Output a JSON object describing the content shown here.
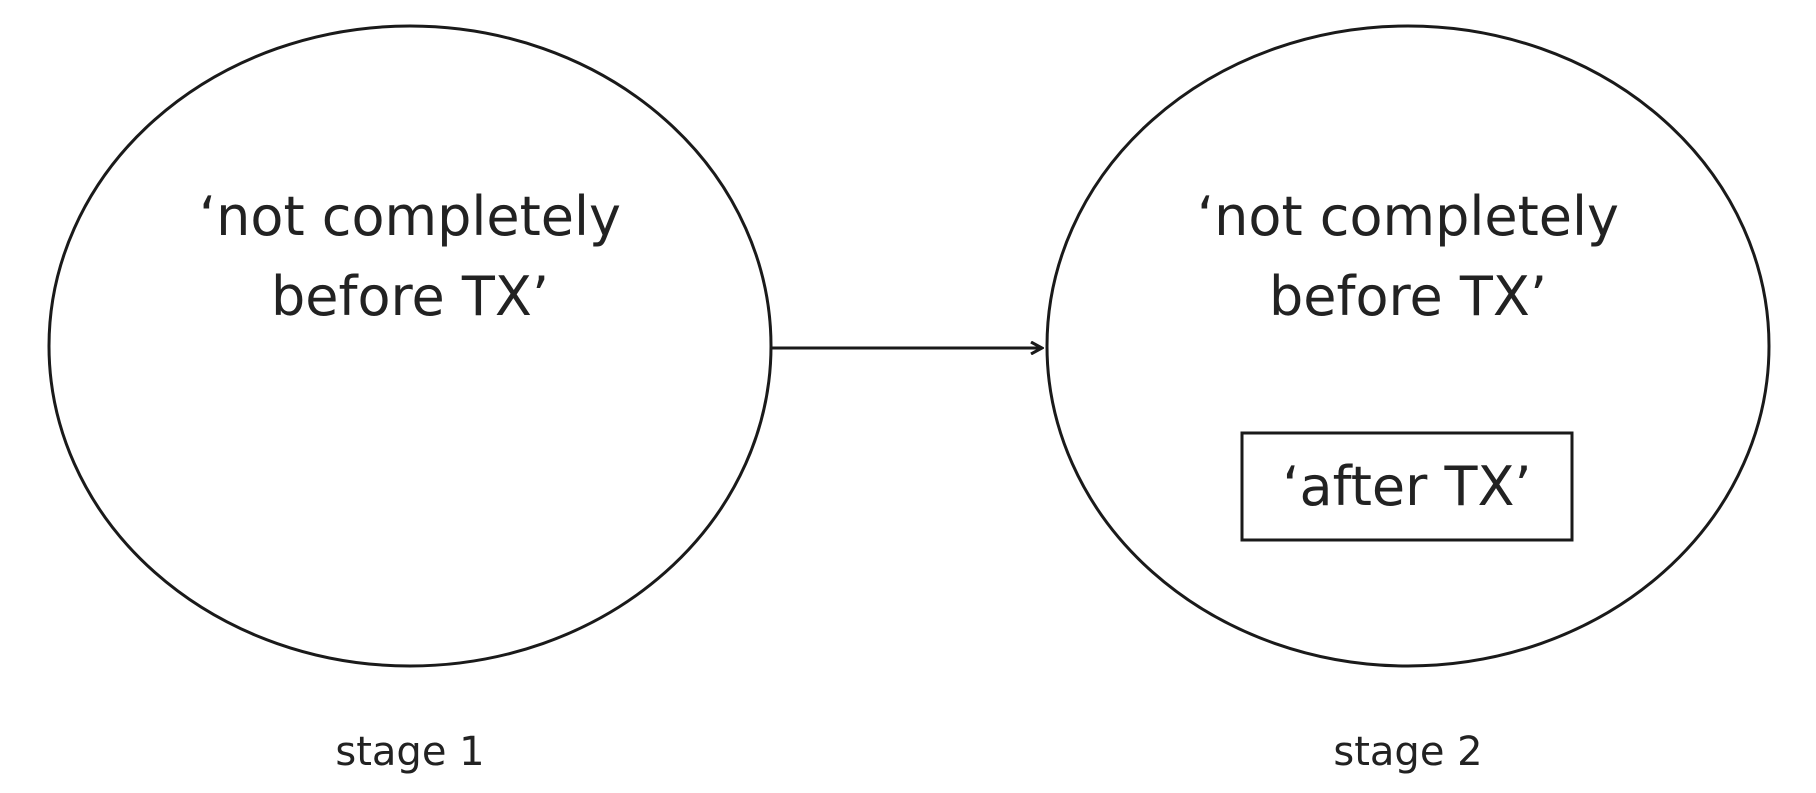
{
  "diagram": {
    "stages": [
      {
        "lines": [
          "‘not completely",
          "before TX’"
        ],
        "caption": "stage 1"
      },
      {
        "lines": [
          "‘not completely",
          "before TX’"
        ],
        "inner_box": "‘after TX’",
        "caption": "stage 2"
      }
    ],
    "stroke_color": "#1a1a1a",
    "text_color": "#222222"
  }
}
